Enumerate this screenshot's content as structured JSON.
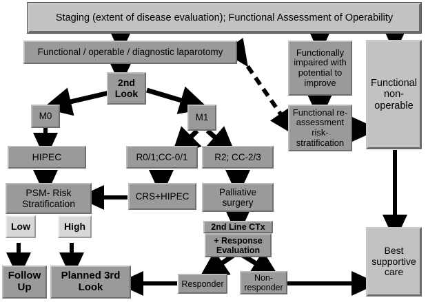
{
  "diagram": {
    "type": "flowchart",
    "title_box": "Staging (extent of disease evaluation); Functional Assessment of Operability",
    "nodes": {
      "staging": "Staging (extent of disease evaluation); Functional Assessment of Operability",
      "laparotomy": "Functional / operable / diagnostic laparotomy",
      "second_look": "2nd\nLook",
      "m0": "M0",
      "m1": "M1",
      "hipec": "HIPEC",
      "r01": "R0/1;CC-0/1",
      "r2": "R2; CC-2/3",
      "psm_risk": "PSM- Risk\nStratification",
      "low": "Low",
      "high": "High",
      "crs_hipec": "CRS+HIPEC",
      "palliative": "Palliative\nsurgery",
      "ctx_header": "2nd Line CTx",
      "ctx_body": "+ Response\nEvaluation",
      "follow_up": "Follow\nUp",
      "planned_3rd": "Planned 3rd\nLook",
      "responder": "Responder",
      "non_responder": "Non-\nresponder",
      "functionally_impaired": "Functionally\nimpaired with\npotential to\nimprove",
      "functional_reassess": "Functional re-\nassessment\nrisk-\nstratification",
      "functional_nonop": "Functional\nnon-\noperable",
      "best_supportive": "Best\nsupportive\ncare"
    },
    "colors": {
      "box_fill_dark": "#9a9a9a",
      "box_fill_light": "#c2c2c2",
      "box_fill_pale": "#d8d8d8",
      "connector": "#000000",
      "background": "#ffffff"
    },
    "edges": [
      {
        "from": "staging",
        "to": "laparotomy",
        "style": "solid"
      },
      {
        "from": "staging",
        "to": "functionally_impaired",
        "style": "solid"
      },
      {
        "from": "staging",
        "to": "functional_nonop",
        "style": "solid"
      },
      {
        "from": "laparotomy",
        "to": "second_look",
        "style": "solid"
      },
      {
        "from": "second_look",
        "to": "m0",
        "style": "solid"
      },
      {
        "from": "second_look",
        "to": "m1",
        "style": "solid"
      },
      {
        "from": "m0",
        "to": "hipec",
        "style": "solid"
      },
      {
        "from": "m1",
        "to": "r01",
        "style": "solid"
      },
      {
        "from": "m1",
        "to": "r2",
        "style": "solid"
      },
      {
        "from": "hipec",
        "to": "psm_risk",
        "style": "solid"
      },
      {
        "from": "r01",
        "to": "crs_hipec",
        "style": "solid"
      },
      {
        "from": "r2",
        "to": "palliative",
        "style": "solid"
      },
      {
        "from": "crs_hipec",
        "to": "psm_risk",
        "style": "solid"
      },
      {
        "from": "low",
        "to": "follow_up",
        "style": "solid"
      },
      {
        "from": "high",
        "to": "planned_3rd",
        "style": "solid"
      },
      {
        "from": "palliative",
        "to": "ctx_header",
        "style": "solid"
      },
      {
        "from": "ctx_body",
        "to": "responder",
        "style": "solid"
      },
      {
        "from": "ctx_body",
        "to": "non_responder",
        "style": "solid"
      },
      {
        "from": "responder",
        "to": "planned_3rd",
        "style": "solid"
      },
      {
        "from": "non_responder",
        "to": "best_supportive",
        "style": "solid"
      },
      {
        "from": "functionally_impaired",
        "to": "functional_reassess",
        "style": "solid"
      },
      {
        "from": "functional_reassess",
        "to": "functional_nonop",
        "style": "solid"
      },
      {
        "from": "functional_reassess",
        "to": "laparotomy",
        "style": "dashed"
      },
      {
        "from": "functional_nonop",
        "to": "best_supportive",
        "style": "solid"
      }
    ]
  }
}
